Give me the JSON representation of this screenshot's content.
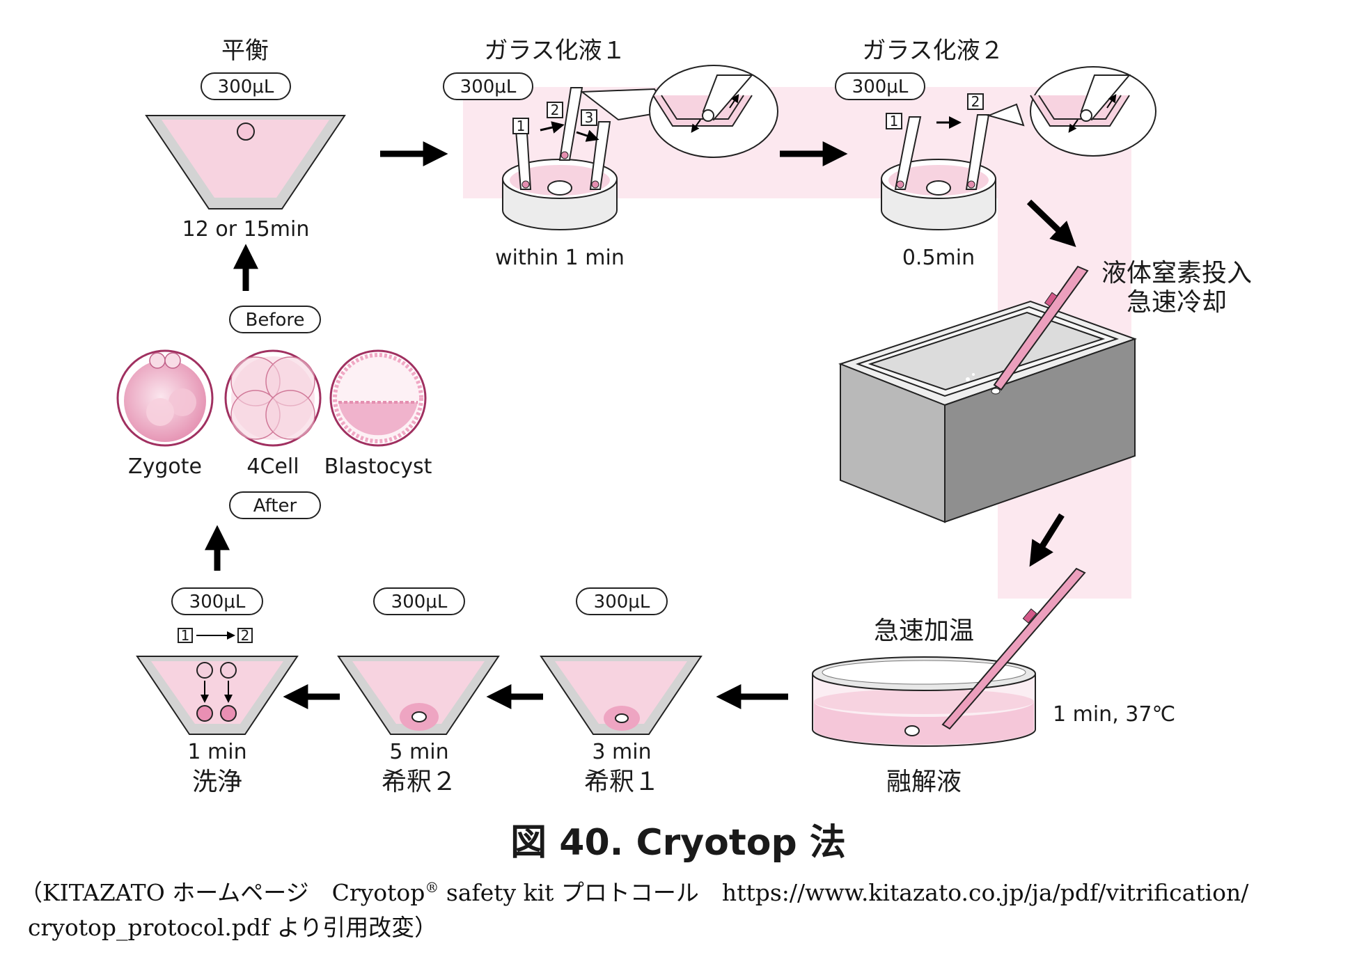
{
  "colors": {
    "pink_bg": "#fce8ef",
    "pink_liquid": "#f7d3e0",
    "pink_dark": "#e48fb0",
    "cup_gray": "#d3d3d3",
    "outline": "#222222",
    "arrow": "#000000"
  },
  "steps": {
    "equilibrium": {
      "title": "平衡",
      "volume": "300μL",
      "time": "12 or 15min"
    },
    "vit1": {
      "title": "ガラス化液１",
      "volume": "300μL",
      "time": "within 1 min",
      "marks": [
        "1",
        "2",
        "3"
      ]
    },
    "vit2": {
      "title": "ガラス化液２",
      "volume": "300μL",
      "time": "0.5min",
      "marks": [
        "1",
        "2"
      ]
    },
    "ln2": {
      "line1": "液体窒素投入",
      "line2": "急速冷却"
    },
    "warm": {
      "title": "急速加温",
      "time": "1 min, 37℃",
      "label": "融解液"
    },
    "dil1": {
      "volume": "300μL",
      "time": "3 min",
      "label": "希釈１"
    },
    "dil2": {
      "volume": "300μL",
      "time": "5 min",
      "label": "希釈２"
    },
    "wash": {
      "volume": "300μL",
      "time": "1 min",
      "label": "洗浄",
      "marks": [
        "1",
        "2"
      ]
    }
  },
  "cells": {
    "before_label": "Before",
    "after_label": "After",
    "items": [
      "Zygote",
      "4Cell",
      "Blastocyst"
    ]
  },
  "figure": {
    "title": "図 40.  Cryotop 法"
  },
  "caption": {
    "pre": "（KITAZATO ホームページ　Cryotop",
    "reg": "®",
    "post": " safety kit プロトコール　https://www.kitazato.co.jp/ja/pdf/vitrification/",
    "line2": "cryotop_protocol.pdf より引用改変）"
  }
}
